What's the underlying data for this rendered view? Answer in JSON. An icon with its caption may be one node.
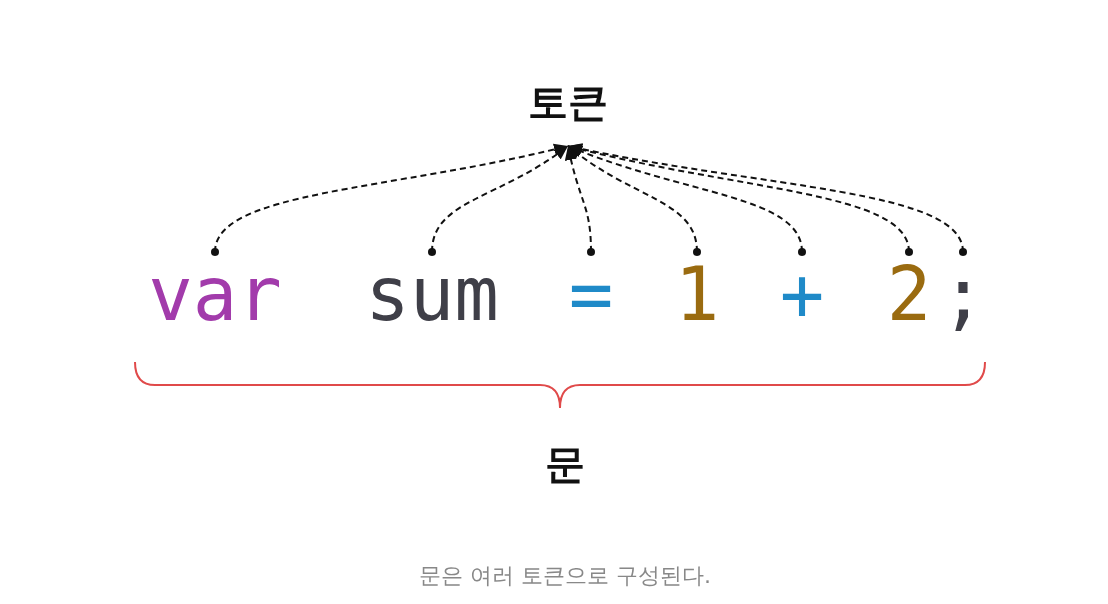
{
  "diagram": {
    "caption": "문은 여러 토큰으로 구성된다.",
    "nodes": [
      {
        "text": [
          "토큰"
        ]
      },
      {
        "text": [
          "var"
        ]
      },
      {
        "text": [
          "sum"
        ]
      },
      {
        "text": [
          "="
        ]
      },
      {
        "text": [
          "1"
        ]
      },
      {
        "text": [
          "+"
        ]
      },
      {
        "text": [
          "2"
        ]
      },
      {
        "text": [
          ";"
        ]
      }
    ],
    "edges": [
      {
        "from": 1,
        "to": 0,
        "arrow": "to",
        "style": "dashed"
      },
      {
        "from": 2,
        "to": 0,
        "arrow": "to",
        "style": "dashed"
      },
      {
        "from": 3,
        "to": 0,
        "arrow": "to",
        "style": "dashed"
      },
      {
        "from": 4,
        "to": 0,
        "arrow": "to",
        "style": "dashed"
      },
      {
        "from": 5,
        "to": 0,
        "arrow": "to",
        "style": "dashed"
      },
      {
        "from": 6,
        "to": 0,
        "arrow": "to",
        "style": "dashed"
      },
      {
        "from": 7,
        "to": 0,
        "arrow": "to",
        "style": "dashed"
      }
    ],
    "labels": [
      "문"
    ]
  }
}
